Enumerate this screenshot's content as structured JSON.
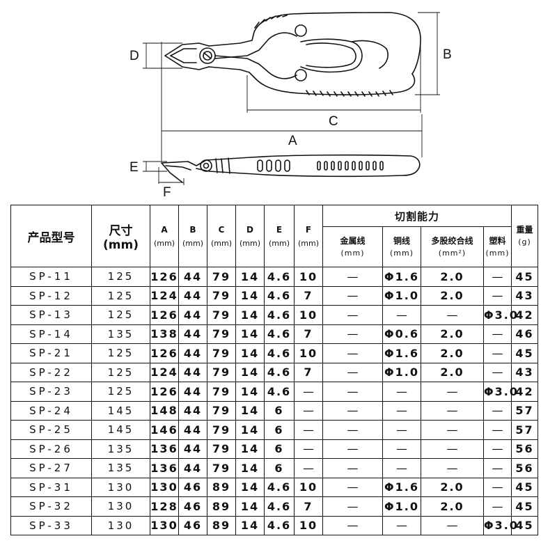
{
  "diagram": {
    "labels": {
      "A": "A",
      "B": "B",
      "C": "C",
      "D": "D",
      "E": "E",
      "F": "F"
    }
  },
  "table": {
    "header": {
      "model": "产品型号",
      "size": "尺寸",
      "size_unit": "(mm)",
      "dims": [
        {
          "letter": "A",
          "unit": "(mm)"
        },
        {
          "letter": "B",
          "unit": "(mm)"
        },
        {
          "letter": "C",
          "unit": "(mm)"
        },
        {
          "letter": "D",
          "unit": "(mm)"
        },
        {
          "letter": "E",
          "unit": "(mm)"
        },
        {
          "letter": "F",
          "unit": "(mm)"
        }
      ],
      "capacity": "切割能力",
      "capacity_cols": [
        {
          "name": "金属线",
          "unit": "(mm)"
        },
        {
          "name": "铜线",
          "unit": "(mm)"
        },
        {
          "name": "多股绞合线",
          "unit": "(mm²)"
        },
        {
          "name": "塑料",
          "unit": "(mm)"
        }
      ],
      "weight": "重量",
      "weight_unit": "(g)"
    },
    "rows": [
      [
        "SP-11",
        "125",
        "126",
        "44",
        "79",
        "14",
        "4.6",
        "10",
        "—",
        "Φ1.6",
        "2.0",
        "—",
        "45"
      ],
      [
        "SP-12",
        "125",
        "124",
        "44",
        "79",
        "14",
        "4.6",
        "7",
        "—",
        "Φ1.0",
        "2.0",
        "—",
        "43"
      ],
      [
        "SP-13",
        "125",
        "126",
        "44",
        "79",
        "14",
        "4.6",
        "10",
        "—",
        "—",
        "—",
        "Φ3.0",
        "42"
      ],
      [
        "SP-14",
        "135",
        "138",
        "44",
        "79",
        "14",
        "4.6",
        "7",
        "—",
        "Φ0.6",
        "2.0",
        "—",
        "46"
      ],
      [
        "SP-21",
        "125",
        "126",
        "44",
        "79",
        "14",
        "4.6",
        "10",
        "—",
        "Φ1.6",
        "2.0",
        "—",
        "45"
      ],
      [
        "SP-22",
        "125",
        "124",
        "44",
        "79",
        "14",
        "4.6",
        "7",
        "—",
        "Φ1.0",
        "2.0",
        "—",
        "43"
      ],
      [
        "SP-23",
        "125",
        "126",
        "44",
        "79",
        "14",
        "4.6",
        "—",
        "—",
        "—",
        "—",
        "Φ3.0",
        "42"
      ],
      [
        "SP-24",
        "145",
        "148",
        "44",
        "79",
        "14",
        "6",
        "—",
        "—",
        "—",
        "—",
        "—",
        "57"
      ],
      [
        "SP-25",
        "145",
        "146",
        "44",
        "79",
        "14",
        "6",
        "—",
        "—",
        "—",
        "—",
        "—",
        "57"
      ],
      [
        "SP-26",
        "135",
        "136",
        "44",
        "79",
        "14",
        "6",
        "—",
        "—",
        "—",
        "—",
        "—",
        "56"
      ],
      [
        "SP-27",
        "135",
        "136",
        "44",
        "79",
        "14",
        "6",
        "—",
        "—",
        "—",
        "—",
        "—",
        "56"
      ],
      [
        "SP-31",
        "130",
        "130",
        "46",
        "89",
        "14",
        "4.6",
        "10",
        "—",
        "Φ1.6",
        "2.0",
        "—",
        "45"
      ],
      [
        "SP-32",
        "130",
        "128",
        "46",
        "89",
        "14",
        "4.6",
        "7",
        "—",
        "Φ1.0",
        "2.0",
        "—",
        "45"
      ],
      [
        "SP-33",
        "130",
        "130",
        "46",
        "89",
        "14",
        "4.6",
        "10",
        "—",
        "—",
        "—",
        "Φ3.0",
        "45"
      ]
    ]
  }
}
